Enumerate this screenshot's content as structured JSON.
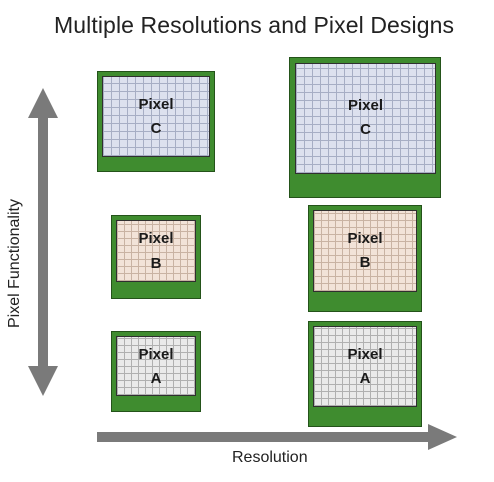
{
  "title": "Multiple Resolutions and Pixel Designs",
  "y_axis_label": "Pixel Functionality",
  "x_axis_label": "Resolution",
  "pixels": {
    "small_c": {
      "word": "Pixel",
      "letter": "C"
    },
    "large_c": {
      "word": "Pixel",
      "letter": "C"
    },
    "small_b": {
      "word": "Pixel",
      "letter": "B"
    },
    "large_b": {
      "word": "Pixel",
      "letter": "B"
    },
    "small_a": {
      "word": "Pixel",
      "letter": "A"
    },
    "large_a": {
      "word": "Pixel",
      "letter": "A"
    }
  },
  "colors": {
    "chip_green": "#3f8c2f",
    "arrow_gray": "#7a7a7a",
    "grid_c": "#dde1ee",
    "grid_b": "#f2e3d8",
    "grid_a": "#eaeaea"
  }
}
